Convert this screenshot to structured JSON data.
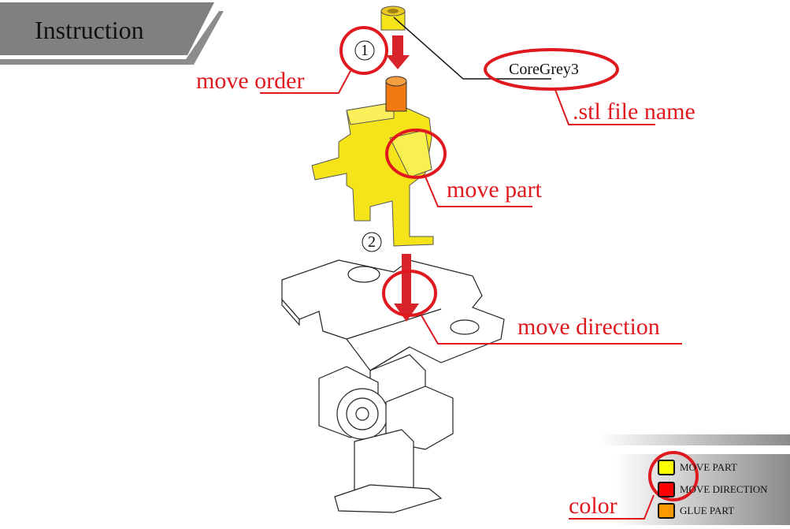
{
  "header": {
    "title": "Instruction"
  },
  "steps": [
    {
      "number": "1"
    },
    {
      "number": "2"
    }
  ],
  "part_label": {
    "file_name": "CoreGrey3"
  },
  "annotations": {
    "move_order": "move order",
    "stl_file_name": ".stl file name",
    "move_part": "move part",
    "move_direction": "move direction",
    "color": "color"
  },
  "legend": {
    "items": [
      {
        "label": "MOVE PART",
        "color": "#ffff00"
      },
      {
        "label": "MOVE DIRECTION",
        "color": "#ff0000"
      },
      {
        "label": "GLUE PART",
        "color": "#ff9900"
      }
    ]
  },
  "colors": {
    "annotation": "#e0191f",
    "header": "#808080",
    "move_part": "#f5e41a",
    "glue_part": "#f07a10"
  }
}
